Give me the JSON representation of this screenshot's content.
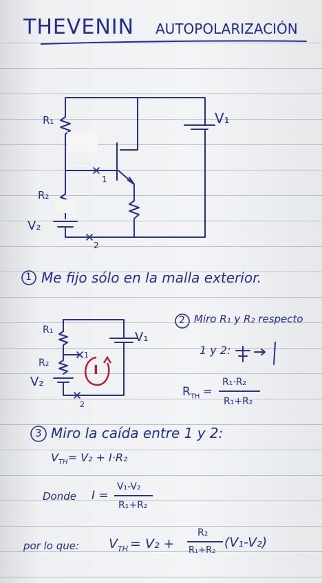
{
  "title": "THEVENIN",
  "subtitle": "AUTOPOLARIZACIÓN",
  "circuit1": {
    "r1": "R₁",
    "r2": "R₂",
    "v1": "V₁",
    "v2": "V₂",
    "node1": "1",
    "node2": "2"
  },
  "step1": {
    "number": "1",
    "text": "Me fijo sólo en la malla exterior."
  },
  "circuit2": {
    "r1": "R₁",
    "r2": "R₂",
    "v1": "V₁",
    "v2": "V₂",
    "node1": "1",
    "node2": "2",
    "current": "I"
  },
  "step2": {
    "number": "2",
    "text": "Miro R₁ y R₂ respecto",
    "line2": "1 y 2:",
    "rth_label": "R",
    "rth_sub": "TH",
    "equals": "=",
    "numerator": "R₁·R₂",
    "denominator": "R₁+R₂"
  },
  "step3": {
    "number": "3",
    "text": "Miro la caída entre 1 y 2:",
    "vth_equation": "V",
    "vth_sub": "TH",
    "vth_rhs": "= V₂ + I·R₂",
    "donde": "Donde",
    "i_label": "I =",
    "i_numerator": "V₁-V₂",
    "i_denominator": "R₁+R₂"
  },
  "conclusion": {
    "lead": "por lo que:",
    "vth": "V",
    "vth_sub": "TH",
    "rhs_start": "= V₂ +",
    "frac_num": "R₂",
    "frac_den": "R₁+R₂",
    "rhs_end": "(V₁-V₂)"
  }
}
